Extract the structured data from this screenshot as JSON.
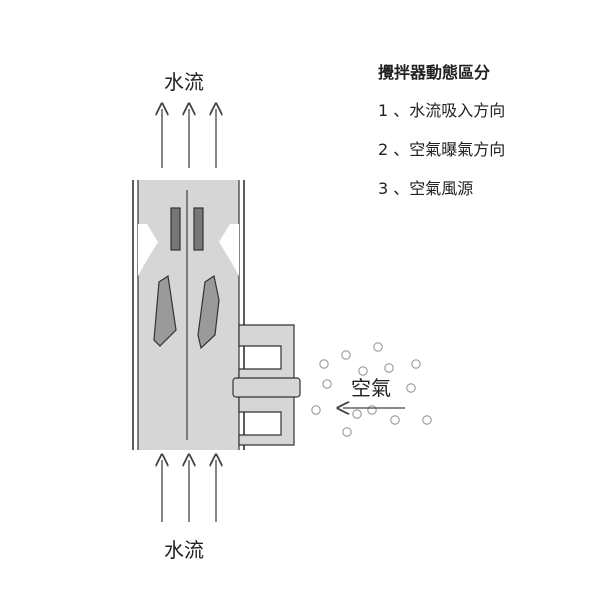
{
  "diagram": {
    "labels": {
      "water_flow_top": "水流",
      "water_flow_bottom": "水流",
      "air": "空氣"
    },
    "legend": {
      "title": "攪拌器動態區分",
      "items": [
        "1 、水流吸入方向",
        "2 、空氣曝氣方向",
        "3 、空氣風源"
      ]
    },
    "colors": {
      "body_fill": "#d6d6d6",
      "dark_fill": "#777777",
      "mid_fill": "#9a9a9a",
      "outline": "#333333",
      "bubble": "#999999"
    }
  }
}
